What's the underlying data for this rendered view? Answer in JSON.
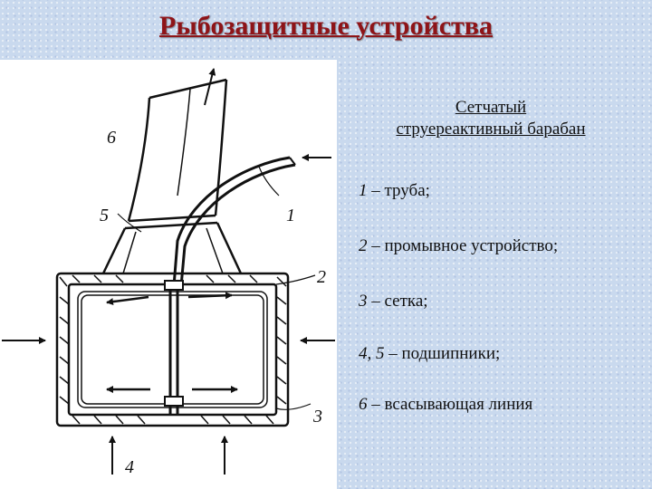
{
  "title": "Рыбозащитные устройства",
  "caption": {
    "line1": "Сетчатый",
    "line2": "струереактивный барабан"
  },
  "diagram_labels": [
    "6",
    "5",
    "1",
    "2",
    "3",
    "4"
  ],
  "legend": [
    {
      "num": "1",
      "text": " – труба;"
    },
    {
      "num": "2",
      "text": " – промывное устройство;"
    },
    {
      "num": "3",
      "text": " – сетка;"
    },
    {
      "num": "4, 5",
      "text": " – подшипники;"
    },
    {
      "num": "6",
      "text": " – всасывающая линия"
    }
  ],
  "colors": {
    "title": "#8e1418",
    "background": "#c9d9ee"
  }
}
